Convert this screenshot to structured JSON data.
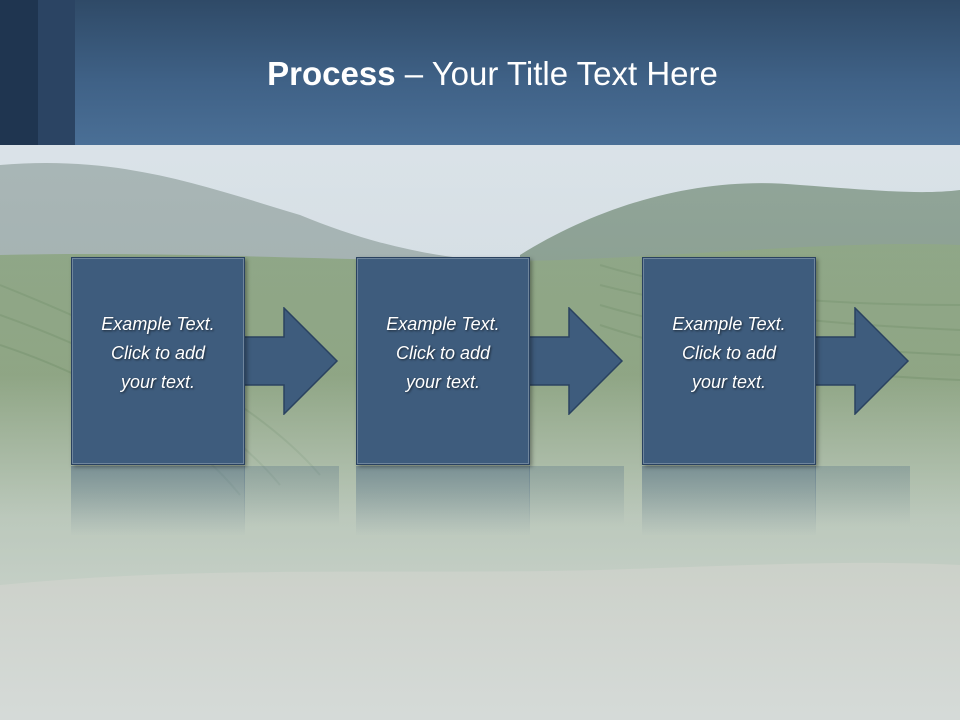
{
  "slide": {
    "title_bold": "Process",
    "title_rest": " – Your Title Text Here"
  },
  "steps": [
    {
      "text": "Example Text.\nClick  to add\nyour text."
    },
    {
      "text": "Example Text.\nClick  to add\nyour text."
    },
    {
      "text": "Example Text.\nClick  to add\nyour text."
    }
  ],
  "colors": {
    "header": "#3f6186",
    "box_fill": "#3e5c7d",
    "text": "#ffffff"
  },
  "icons": [
    "arrow-right-icon"
  ]
}
